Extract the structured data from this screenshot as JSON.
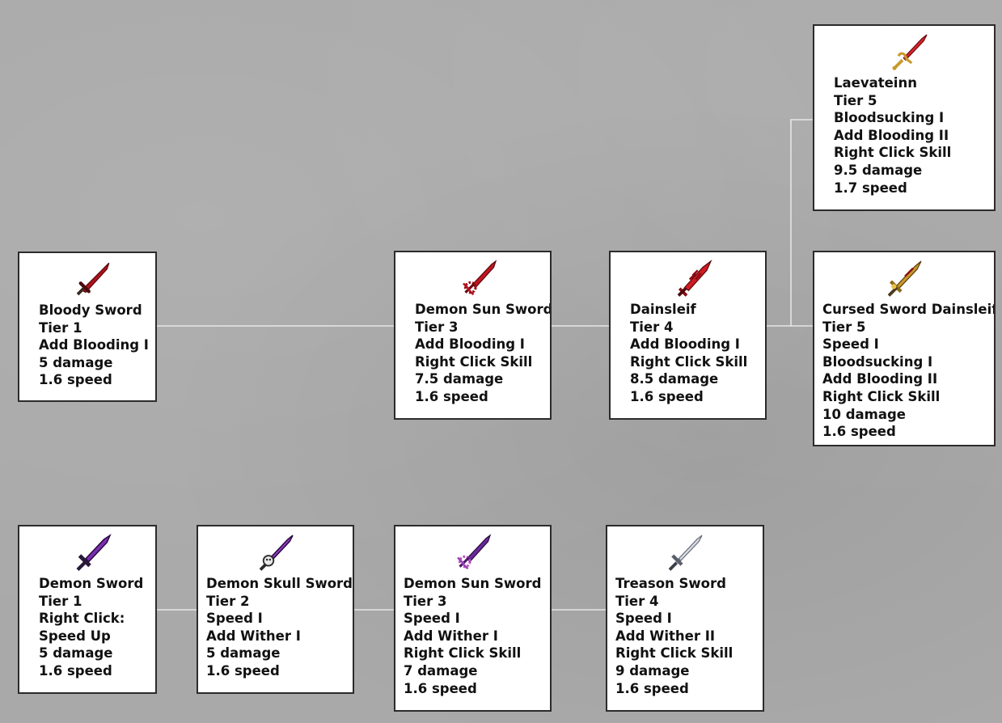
{
  "nodes": {
    "bloody_sword": {
      "icon": "red-sword-icon",
      "lines": [
        "Bloody Sword",
        "Tier 1",
        "Add Blooding I",
        "5 damage",
        "1.6 speed"
      ]
    },
    "demon_sun_sword_red": {
      "icon": "red-demon-sun-sword-icon",
      "lines": [
        "Demon Sun Sword",
        "Tier 3",
        "Add Blooding I",
        "Right Click Skill",
        "7.5 damage",
        "1.6 speed"
      ]
    },
    "dainsleif": {
      "icon": "red-spear-sword-icon",
      "lines": [
        "Dainsleif",
        "Tier 4",
        "Add Blooding I",
        "Right Click Skill",
        "8.5 damage",
        "1.6 speed"
      ]
    },
    "laevateinn": {
      "icon": "red-gold-sword-icon",
      "lines": [
        "Laevateinn",
        "Tier 5",
        "Bloodsucking I",
        "Add Blooding II",
        "Right Click Skill",
        "9.5 damage",
        "1.7 speed"
      ]
    },
    "cursed_sword_dainsleif": {
      "icon": "gold-cursed-sword-icon",
      "lines": [
        "Cursed Sword Dainsleif",
        "Tier 5",
        "Speed I",
        "Bloodsucking I",
        "Add Blooding II",
        "Right Click Skill",
        "10 damage",
        "1.6 speed"
      ]
    },
    "demon_sword": {
      "icon": "purple-sword-icon",
      "lines": [
        "Demon Sword",
        "Tier 1",
        "Right Click:",
        "Speed Up",
        "5 damage",
        "1.6 speed"
      ]
    },
    "demon_skull_sword": {
      "icon": "purple-skull-sword-icon",
      "lines": [
        "Demon Skull Sword",
        "Tier 2",
        "Speed I",
        "Add Wither I",
        "5 damage",
        "1.6 speed"
      ]
    },
    "demon_sun_sword_purple": {
      "icon": "purple-demon-sun-sword-icon",
      "lines": [
        "Demon Sun Sword",
        "Tier 3",
        "Speed I",
        "Add Wither I",
        "Right Click Skill",
        "7 damage",
        "1.6 speed"
      ]
    },
    "treason_sword": {
      "icon": "silver-sword-icon",
      "lines": [
        "Treason Sword",
        "Tier 4",
        "Speed I",
        "Add Wither II",
        "Right Click Skill",
        "9 damage",
        "1.6 speed"
      ]
    }
  },
  "edges": [
    [
      "bloody_sword",
      "demon_sun_sword_red"
    ],
    [
      "demon_sun_sword_red",
      "dainsleif"
    ],
    [
      "dainsleif",
      "laevateinn"
    ],
    [
      "dainsleif",
      "cursed_sword_dainsleif"
    ],
    [
      "demon_sword",
      "demon_skull_sword"
    ],
    [
      "demon_skull_sword",
      "demon_sun_sword_purple"
    ],
    [
      "demon_sun_sword_purple",
      "treason_sword"
    ]
  ],
  "colors": {
    "background": "#a9a9a9",
    "node_fill": "#ffffff",
    "node_border": "#2b2b2b",
    "connector": "#f2f2f2",
    "blood_red": "#b0121b",
    "demon_purple": "#7a2fb0",
    "gold": "#c89a2a",
    "silver": "#b8bcc8"
  }
}
